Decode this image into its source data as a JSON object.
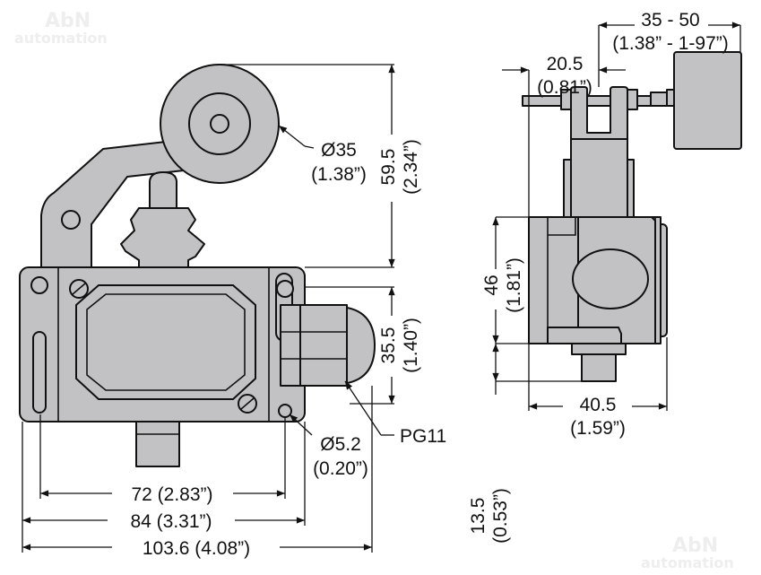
{
  "watermark": {
    "line1": "AbN",
    "line2": "automation"
  },
  "side_view": {
    "roller_diameter": {
      "mm": "Ø35",
      "inch": "(1.38”)"
    },
    "height_to_roller": {
      "mm": "59.5",
      "inch": "(2.34”)"
    },
    "gland_height": {
      "mm": "35.5",
      "inch": "(1.40”)"
    },
    "hole_diameter": {
      "mm": "Ø5.2",
      "inch": "(0.20”)"
    },
    "gland_label": "PG11",
    "width_holes": {
      "text": "72 (2.83”)"
    },
    "width_body": {
      "text": "84 (3.31”)"
    },
    "width_total": {
      "text": "103.6 (4.08”)"
    }
  },
  "end_view": {
    "arm_adjust": {
      "mm": "35 - 50",
      "inch": "(1.38” - 1-97”)"
    },
    "rod_offset": {
      "mm": "20.5",
      "inch": "(0.81”)"
    },
    "body_height": {
      "mm": "46",
      "inch": "(1.81”)"
    },
    "plunger_height": {
      "mm": "13.5",
      "inch": "(0.53”)"
    },
    "body_depth": {
      "mm": "40.5",
      "inch": "(1.59”)"
    }
  }
}
